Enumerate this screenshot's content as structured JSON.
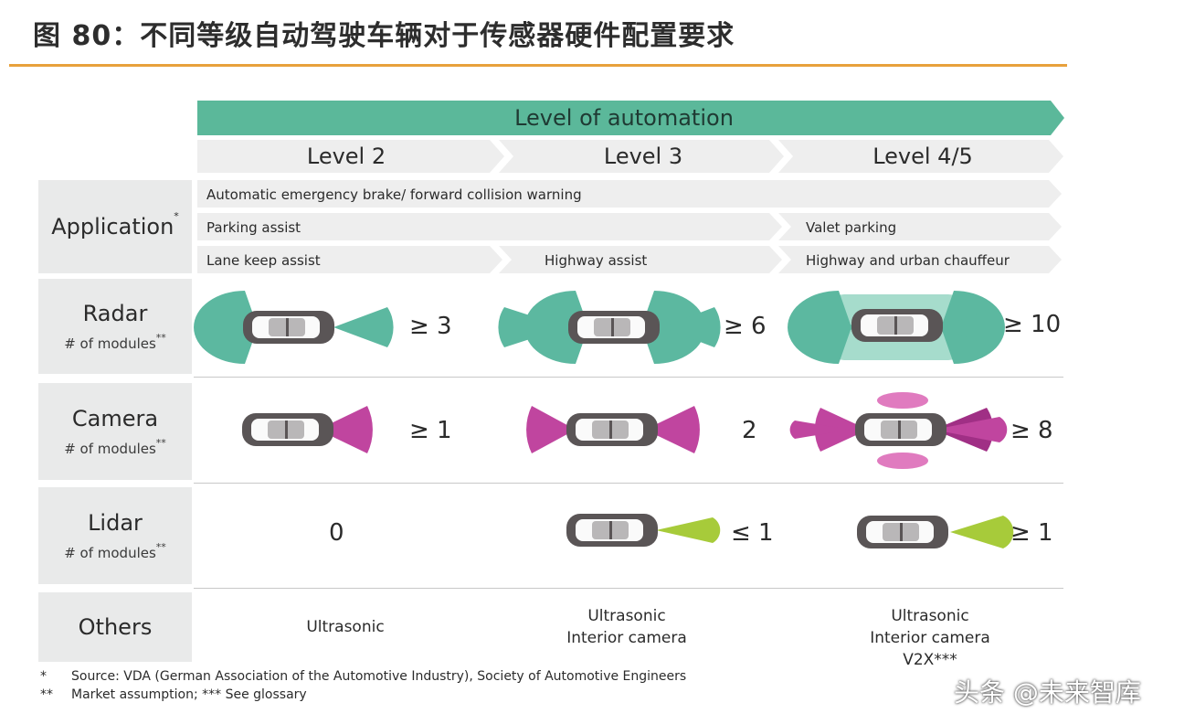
{
  "title": "图 80：不同等级自动驾驶车辆对于传感器硬件配置要求",
  "header": {
    "automation_label": "Level of automation",
    "levels": [
      "Level 2",
      "Level 3",
      "Level 4/5"
    ]
  },
  "application": {
    "label": "Application",
    "marker": "*",
    "items": [
      "Automatic emergency brake/ forward collision warning",
      "Parking assist",
      "Valet parking",
      "Lane keep assist",
      "Highway assist",
      "Highway and urban chauffeur"
    ]
  },
  "rows": {
    "radar": {
      "label": "Radar",
      "sub": "# of modules",
      "marker": "**",
      "counts": [
        "≥ 3",
        "≥ 6",
        "≥ 10"
      ]
    },
    "camera": {
      "label": "Camera",
      "sub": "# of modules",
      "marker": "**",
      "counts": [
        "≥ 1",
        "2",
        "≥ 8"
      ]
    },
    "lidar": {
      "label": "Lidar",
      "sub": "# of modules",
      "marker": "**",
      "counts": [
        "0",
        "≤ 1",
        "≥ 1"
      ]
    },
    "others": {
      "label": "Others",
      "l2": [
        "Ultrasonic"
      ],
      "l3": [
        "Ultrasonic",
        "Interior camera"
      ],
      "l45": [
        "Ultrasonic",
        "Interior camera",
        "V2X***"
      ]
    }
  },
  "footnotes": [
    {
      "marker": "*",
      "text": "Source: VDA (German Association of the Automotive Industry), Society of Automotive Engineers"
    },
    {
      "marker": "**",
      "text": "Market assumption; *** See glossary"
    }
  ],
  "watermark": "头条 @未来智库",
  "colors": {
    "accent_rule": "#e8a13c",
    "automation_bar": "#5bb89a",
    "radar": "#5cb8a0",
    "camera": "#c0459f",
    "lidar": "#a7cb3a",
    "car": "#5a5556",
    "chevron": "#eeeeee"
  }
}
